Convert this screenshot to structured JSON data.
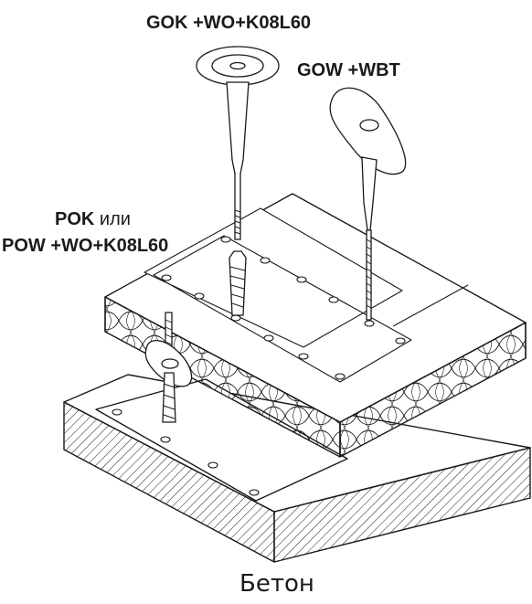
{
  "labels": {
    "gok": "GOK +WO+K08L60",
    "gow": "GOW +WBT",
    "pok": "POK",
    "pok_or": "или",
    "pow": "POW +WO+K08L60",
    "concrete": "Бетон"
  },
  "colors": {
    "ink": "#1a1a1a",
    "paper": "#ffffff"
  },
  "icons": [
    "plate-anchor-icon",
    "oval-plate-anchor-icon",
    "dowel-anchor-icon",
    "washer-icon"
  ]
}
